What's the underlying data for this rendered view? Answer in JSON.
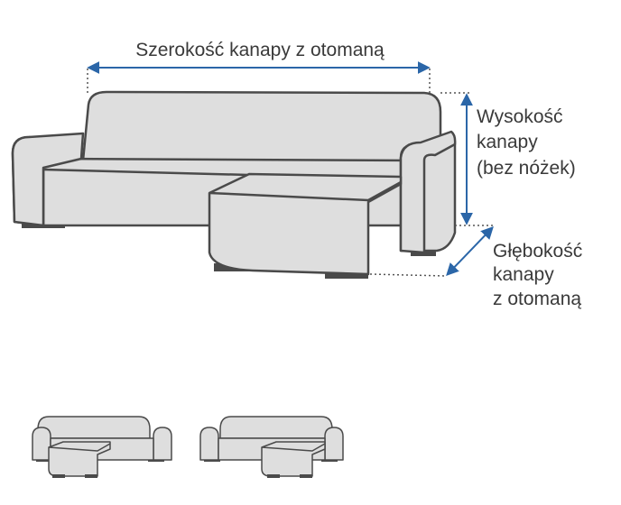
{
  "colors": {
    "sofa_fill": "#dedede",
    "sofa_stroke": "#4a4a4a",
    "leg": "#4a4a4a",
    "dimension_arrow": "#2b66a8",
    "dotted_guide": "#555555",
    "label_text": "#3a3a3a"
  },
  "labels": {
    "width": "Szerokość kanapy z otomaną",
    "height_line1": "Wysokość",
    "height_line2": "kanapy",
    "height_line3": "(bez nóżek)",
    "depth_line1": "Głębokość",
    "depth_line2": "kanapy",
    "depth_line3": "z otomaną"
  },
  "thumbnails": [
    {
      "orientation": "chaise-left"
    },
    {
      "orientation": "chaise-right"
    }
  ]
}
